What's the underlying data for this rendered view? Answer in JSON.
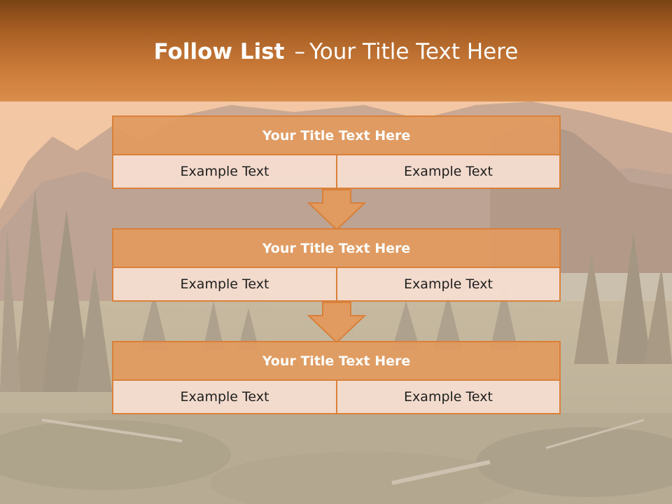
{
  "slide": {
    "title_bold": "Follow List",
    "title_sep": "–",
    "title_rest": "Your Title Text Here"
  },
  "blocks": [
    {
      "heading": "Your Title Text Here",
      "left_text": "Example Text",
      "right_text": "Example Text"
    },
    {
      "heading": "Your Title Text Here",
      "left_text": "Example Text",
      "right_text": "Example Text"
    },
    {
      "heading": "Your Title Text Here",
      "left_text": "Example Text",
      "right_text": "Example Text"
    }
  ],
  "colors": {
    "accent": "#d9803a",
    "header_dark": "#7a4314",
    "header_light": "#d98e4c",
    "block_head_fill": "#e19a5f",
    "block_cell_fill": "#f6ded0"
  },
  "icons": [
    "down-arrow-icon",
    "down-arrow-icon"
  ]
}
